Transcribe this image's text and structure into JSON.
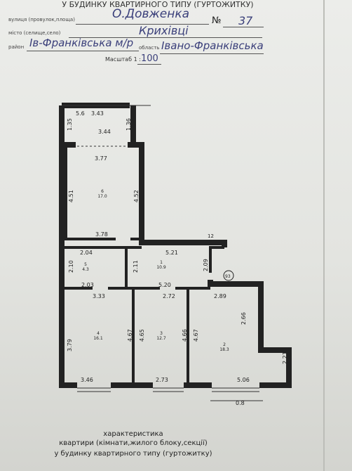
{
  "header": {
    "title": "У БУДИНКУ КВАРТИРНОГО ТИПУ (ГУРТОЖИТКУ)",
    "street_label": "вулиця (провулок,площа)",
    "street_value": "О.Довженка",
    "number_label": "№",
    "number_value": "37",
    "city_label": "місто (селище,село)",
    "city_value": "Крихівці",
    "district_label": "район",
    "district_value": "Ів-Франківська м/р",
    "region_label": "область",
    "region_value": "Івано-Франківська",
    "scale_label": "Масштаб 1 :",
    "scale_value": "100"
  },
  "plan": {
    "dims": {
      "d343": "3.43",
      "d56": "5.6",
      "d135": "1.35",
      "d136": "1.36",
      "d344": "3.44",
      "d377": "3.77",
      "d451": "4.51",
      "d452": "4.52",
      "d378": "3.78",
      "d204": "2.04",
      "d210": "2.10",
      "d211": "2.11",
      "d521": "5.21",
      "d209": "2.09",
      "d203": "2.03",
      "d333": "3.33",
      "d520": "5.20",
      "d272": "2.72",
      "d289": "2.89",
      "d266": "2.66",
      "d379": "3.79",
      "d467a": "4.67",
      "d465": "4.65",
      "d466": "4.66",
      "d467b": "4.67",
      "d221": "2.21",
      "d346": "3.46",
      "d273": "2.73",
      "d506": "5.06",
      "d08": "0.8",
      "d93": "93",
      "d12": "12"
    },
    "rooms": [
      {
        "num": "6",
        "area": "17.0"
      },
      {
        "num": "5",
        "area": "4.3"
      },
      {
        "num": "1",
        "area": "10.9"
      },
      {
        "num": "4",
        "area": "16.1"
      },
      {
        "num": "3",
        "area": "12.7"
      },
      {
        "num": "2",
        "area": "18.3"
      }
    ]
  },
  "footer": {
    "line1": "характеристика",
    "line2": "квартири (кімнати,жилого блоку,секції)",
    "line3": "у будинку квартирного типу (гуртожитку)"
  }
}
